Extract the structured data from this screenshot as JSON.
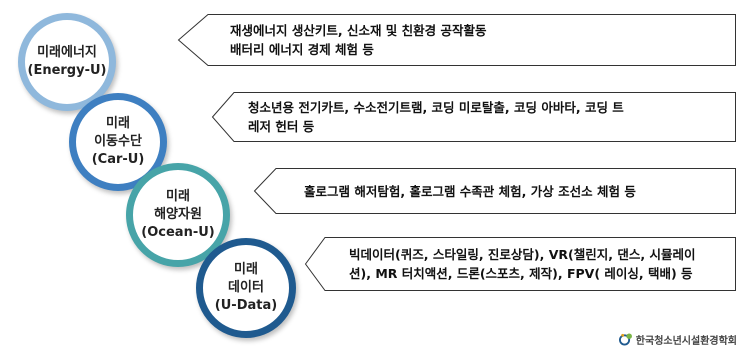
{
  "items": [
    {
      "circle_lines": [
        "미래에너지",
        "(Energy-U)"
      ],
      "description_lines": [
        "재생에너지 생산키트, 신소재 및 친환경 공작활동",
        "배터리 에너지 경제 체험 등"
      ],
      "ring_color": "#8fb8dc"
    },
    {
      "circle_lines": [
        "미래",
        "이동수단",
        "(Car-U)"
      ],
      "description_lines": [
        "청소년용 전기카트, 수소전기트램, 코딩 미로탈출, 코딩 아바타, 코딩 트",
        "레저 헌터 등"
      ],
      "ring_color": "#3e7fc1"
    },
    {
      "circle_lines": [
        "미래",
        "해양자원",
        "(Ocean-U)"
      ],
      "description_lines": [
        "홀로그램 해저탐험, 홀로그램 수족관 체험, 가상 조선소 체험 등"
      ],
      "ring_color": "#47a4a8"
    },
    {
      "circle_lines": [
        "미래",
        "데이터",
        "(U-Data)"
      ],
      "description_lines": [
        "빅데이터(퀴즈, 스타일링, 진로상담), VR(챌린지, 댄스, 시뮬레이",
        "션), MR 터치액션, 드론(스포츠, 제작), FPV( 레이싱, 택배) 등"
      ],
      "ring_color": "#1f5a8f"
    }
  ],
  "logo": {
    "name": "한국청소년시설환경학회"
  }
}
